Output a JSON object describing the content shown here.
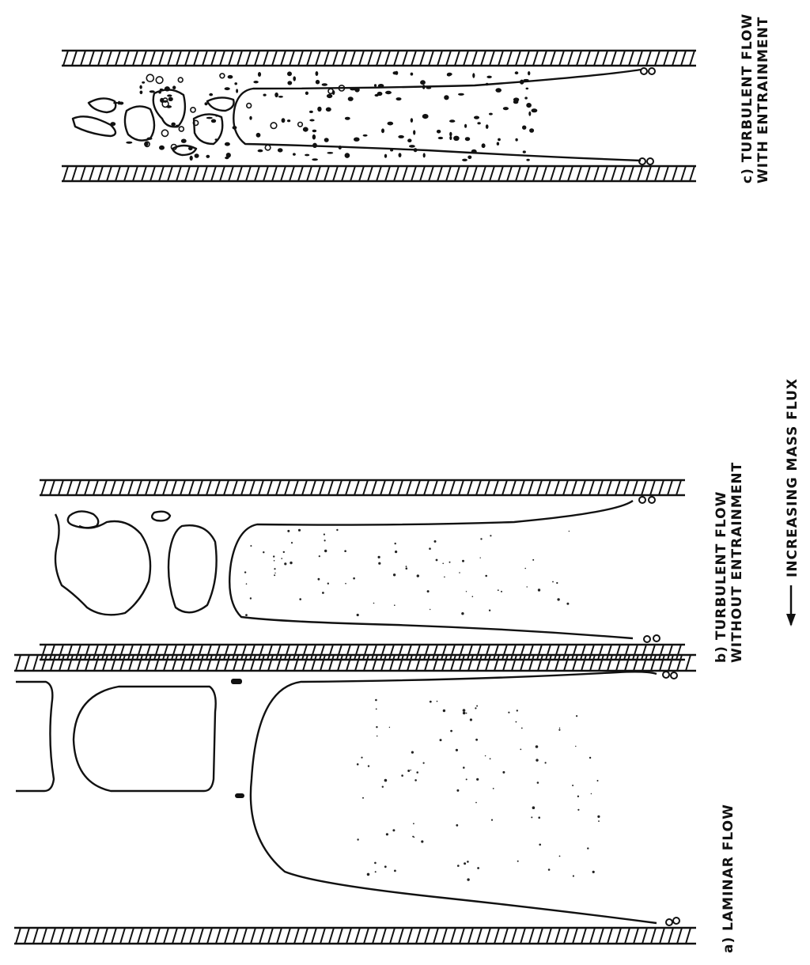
{
  "figure": {
    "panels": [
      {
        "id": "a",
        "label_line1": "a) LAMINAR FLOW",
        "label_line2": ""
      },
      {
        "id": "b",
        "label_line1": "b) TURBULENT FLOW",
        "label_line2": "WITHOUT ENTRAINMENT"
      },
      {
        "id": "c",
        "label_line1": "c) TURBULENT FLOW",
        "label_line2": "WITH ENTRAINMENT"
      }
    ],
    "axis_label": "INCREASING MASS FLUX",
    "axis_direction_icon": "arrow-left-icon"
  }
}
